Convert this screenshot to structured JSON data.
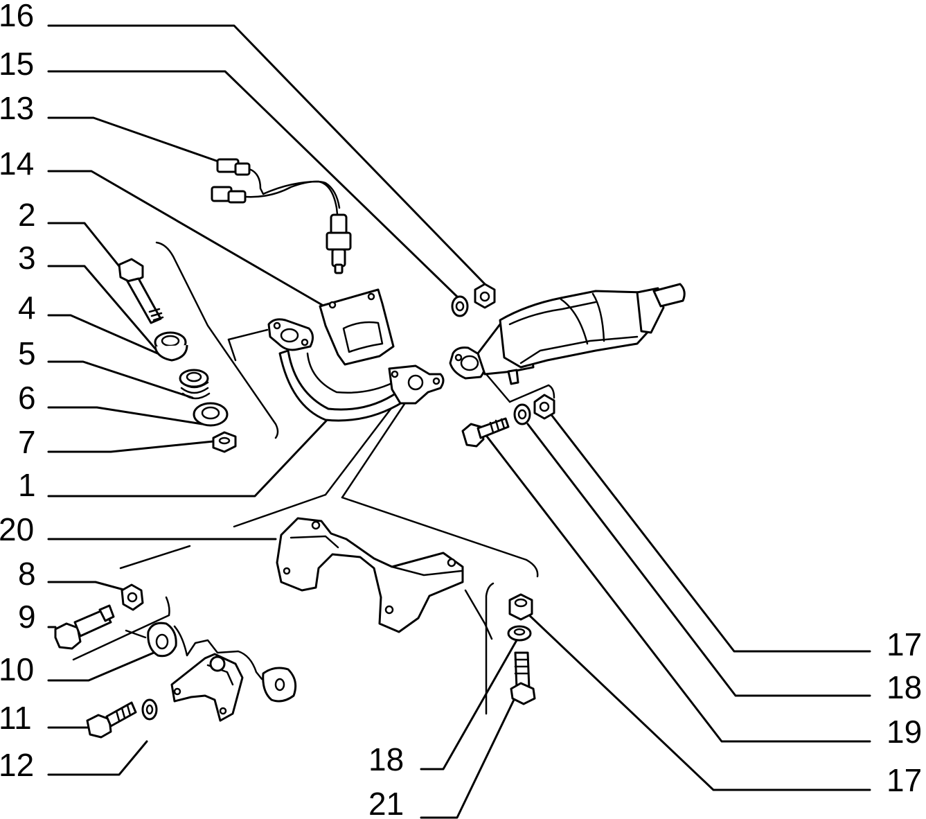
{
  "callouts": [
    {
      "id": "c16",
      "label": "16"
    },
    {
      "id": "c15",
      "label": "15"
    },
    {
      "id": "c13",
      "label": "13"
    },
    {
      "id": "c14",
      "label": "14"
    },
    {
      "id": "c2",
      "label": "2"
    },
    {
      "id": "c3",
      "label": "3"
    },
    {
      "id": "c4",
      "label": "4"
    },
    {
      "id": "c5",
      "label": "5"
    },
    {
      "id": "c6",
      "label": "6"
    },
    {
      "id": "c7",
      "label": "7"
    },
    {
      "id": "c1",
      "label": "1"
    },
    {
      "id": "c20",
      "label": "20"
    },
    {
      "id": "c8",
      "label": "8"
    },
    {
      "id": "c9",
      "label": "9"
    },
    {
      "id": "c10",
      "label": "10"
    },
    {
      "id": "c11",
      "label": "11"
    },
    {
      "id": "c12",
      "label": "12"
    },
    {
      "id": "c18b",
      "label": "18"
    },
    {
      "id": "c21",
      "label": "21"
    },
    {
      "id": "c17a",
      "label": "17"
    },
    {
      "id": "c18a",
      "label": "18"
    },
    {
      "id": "c19",
      "label": "19"
    },
    {
      "id": "c17b",
      "label": "17"
    }
  ],
  "colors": {
    "ink": "#000000",
    "paper": "#ffffff"
  }
}
